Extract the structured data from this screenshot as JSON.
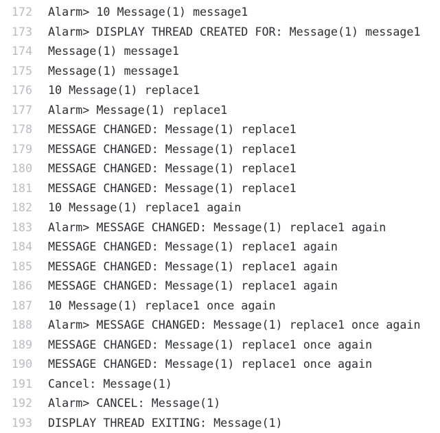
{
  "console": {
    "background_color": "#ffffff",
    "text_color": "#2c2f33",
    "line_number_color": "#b9bdc1",
    "first_line_number": 172,
    "last_line_number": 193,
    "lines": [
      {
        "number": "172",
        "text": "Alarm> 10 Message(1) message1"
      },
      {
        "number": "173",
        "text": "Alarm> DISPLAY THREAD CREATED FOR: Message(1) message1"
      },
      {
        "number": "174",
        "text": "Message(1) message1"
      },
      {
        "number": "175",
        "text": "Message(1) message1"
      },
      {
        "number": "176",
        "text": "10 Message(1) replace1"
      },
      {
        "number": "177",
        "text": "Alarm> Message(1) replace1"
      },
      {
        "number": "178",
        "text": "MESSAGE CHANGED: Message(1) replace1"
      },
      {
        "number": "179",
        "text": "MESSAGE CHANGED: Message(1) replace1"
      },
      {
        "number": "180",
        "text": "MESSAGE CHANGED: Message(1) replace1"
      },
      {
        "number": "181",
        "text": "MESSAGE CHANGED: Message(1) replace1"
      },
      {
        "number": "182",
        "text": "10 Message(1) replace1 again"
      },
      {
        "number": "183",
        "text": "Alarm> MESSAGE CHANGED: Message(1) replace1 again"
      },
      {
        "number": "184",
        "text": "MESSAGE CHANGED: Message(1) replace1 again"
      },
      {
        "number": "185",
        "text": "MESSAGE CHANGED: Message(1) replace1 again"
      },
      {
        "number": "186",
        "text": "MESSAGE CHANGED: Message(1) replace1 again"
      },
      {
        "number": "187",
        "text": "10 Message(1) replace1 once again"
      },
      {
        "number": "188",
        "text": "Alarm> MESSAGE CHANGED: Message(1) replace1 once again"
      },
      {
        "number": "189",
        "text": "MESSAGE CHANGED: Message(1) replace1 once again"
      },
      {
        "number": "190",
        "text": "MESSAGE CHANGED: Message(1) replace1 once again"
      },
      {
        "number": "191",
        "text": "Cancel: Message(1)"
      },
      {
        "number": "192",
        "text": "Alarm> CANCEL: Message(1)"
      },
      {
        "number": "193",
        "text": "DISPLAY THREAD EXITING: Message(1)"
      }
    ]
  }
}
